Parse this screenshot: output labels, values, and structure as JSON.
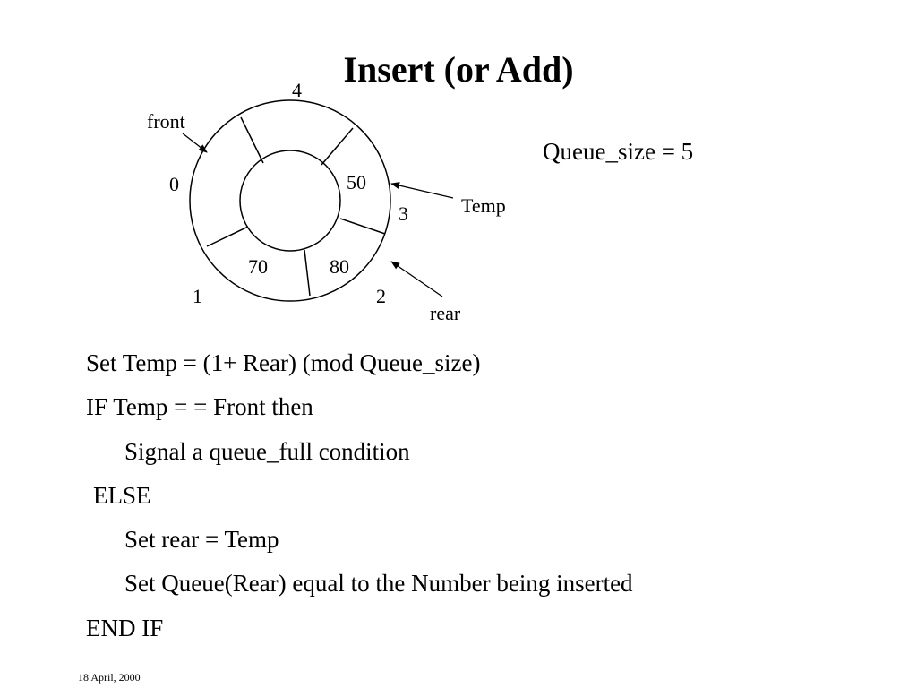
{
  "slide": {
    "title": "Insert (or Add)",
    "footer_date": "18 April, 2000"
  },
  "diagram": {
    "slots": [
      {
        "index_label": "0",
        "value": ""
      },
      {
        "index_label": "1",
        "value": "70"
      },
      {
        "index_label": "2",
        "value": "80"
      },
      {
        "index_label": "3",
        "value": "50"
      },
      {
        "index_label": "4",
        "value": ""
      }
    ],
    "pointers": {
      "front": "front",
      "temp": "Temp",
      "rear": "rear"
    },
    "queue_size_label": "Queue_size = 5"
  },
  "algorithm": {
    "lines": [
      "Set Temp = (1+ Rear) (mod Queue_size)",
      "IF Temp = = Front then",
      "Signal a queue_full condition",
      "ELSE",
      "Set rear = Temp",
      "Set Queue(Rear) equal to the Number being inserted",
      "END IF"
    ]
  }
}
